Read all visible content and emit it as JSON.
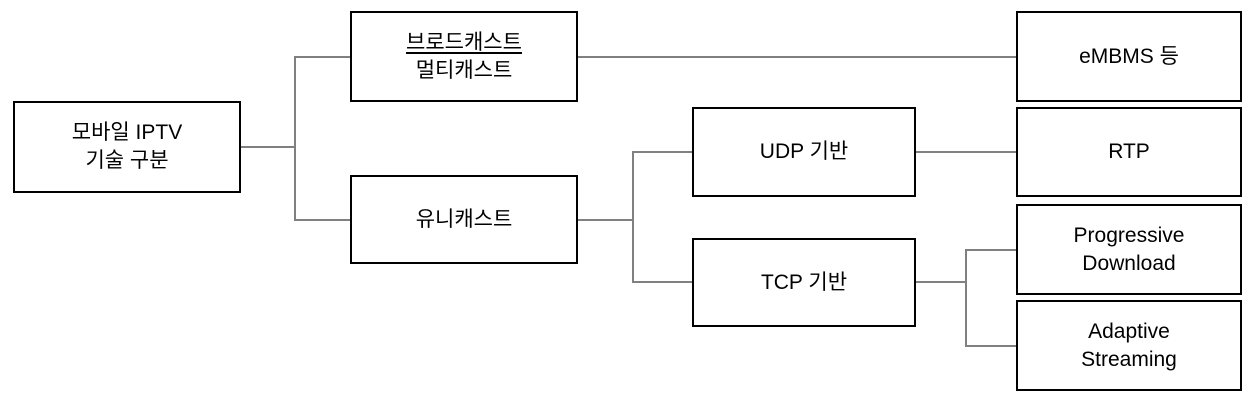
{
  "diagram": {
    "colors": {
      "background": "#ffffff",
      "box_border": "#000000",
      "connector": "#808080",
      "text": "#000000"
    },
    "nodes": {
      "root": {
        "line1": "모바일 IPTV",
        "line2": "기술 구분"
      },
      "broadcast_multicast": {
        "line1": "브로드캐스트",
        "line2": "멀티캐스트"
      },
      "unicast": {
        "line1": "유니캐스트"
      },
      "udp": {
        "line1": "UDP 기반"
      },
      "tcp": {
        "line1": "TCP 기반"
      },
      "embms": {
        "line1": "eMBMS 등"
      },
      "rtp": {
        "line1": "RTP"
      },
      "progressive_download": {
        "line1": "Progressive",
        "line2": "Download"
      },
      "adaptive_streaming": {
        "line1": "Adaptive",
        "line2": "Streaming"
      }
    }
  }
}
